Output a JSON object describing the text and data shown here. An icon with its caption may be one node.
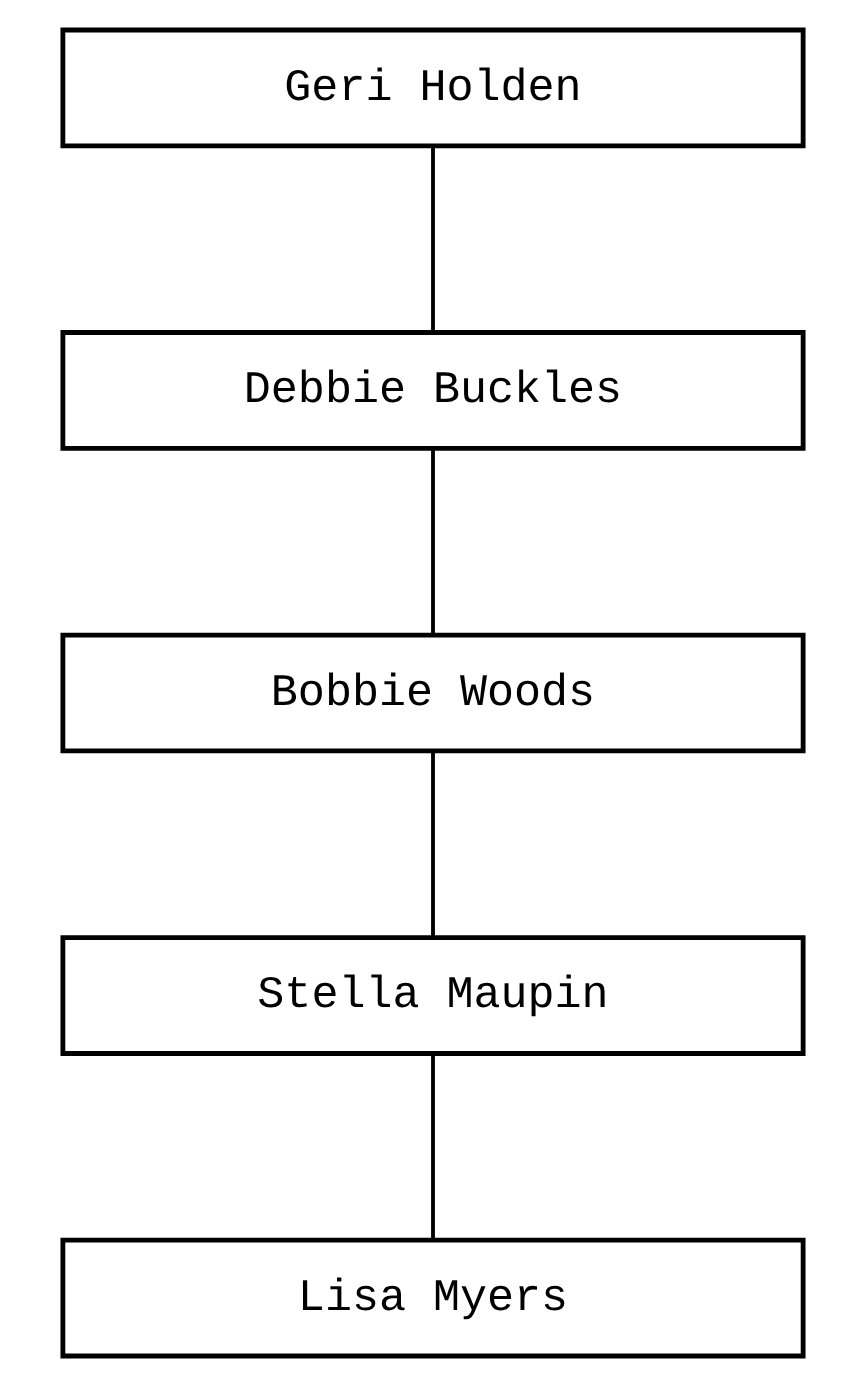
{
  "diagram": {
    "nodes": [
      {
        "text": [
          "Geri Holden"
        ]
      },
      {
        "text": [
          "Debbie Buckles"
        ]
      },
      {
        "text": [
          "Bobbie Woods"
        ]
      },
      {
        "text": [
          "Stella Maupin"
        ]
      },
      {
        "text": [
          "Lisa Myers"
        ]
      }
    ],
    "edges": [
      {
        "from": 0,
        "to": 1,
        "arrow": "none"
      },
      {
        "from": 1,
        "to": 2,
        "arrow": "none"
      },
      {
        "from": 2,
        "to": 3,
        "arrow": "none"
      },
      {
        "from": 3,
        "to": 4,
        "arrow": "none"
      }
    ]
  }
}
